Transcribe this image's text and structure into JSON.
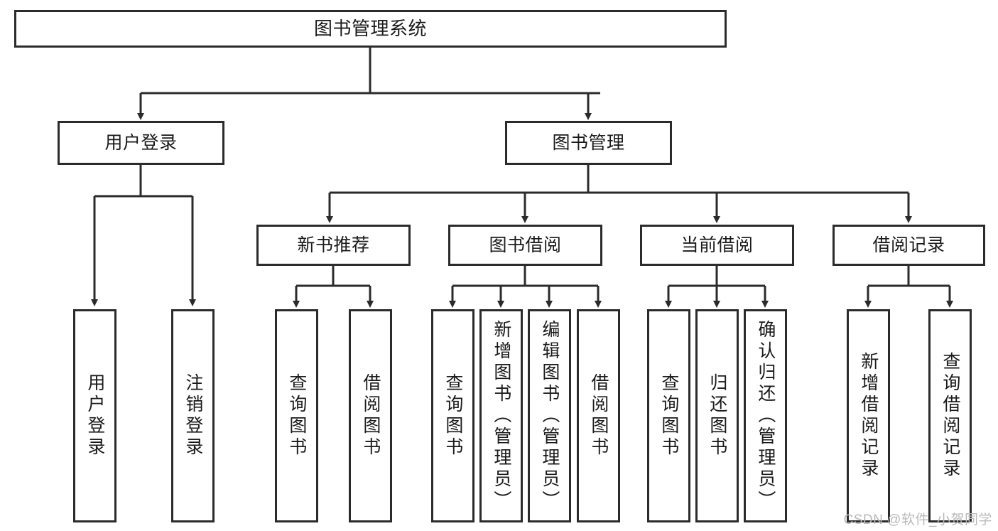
{
  "diagram": {
    "title": "图书管理系统",
    "type": "tree-hierarchy",
    "stroke_color": "#2b2b2b",
    "fill_color": "#ffffff",
    "watermark": "CSDN @软件_小贺同学"
  },
  "nodes": {
    "root": {
      "label": "图书管理系统"
    },
    "level2": [
      {
        "label": "用户登录"
      },
      {
        "label": "图书管理"
      }
    ],
    "level3": [
      {
        "label": "新书推荐"
      },
      {
        "label": "图书借阅"
      },
      {
        "label": "当前借阅"
      },
      {
        "label": "借阅记录"
      }
    ],
    "leaves": {
      "user_login": [
        {
          "label": "用户登录"
        },
        {
          "label": "注销登录"
        }
      ],
      "new_book_recommend": [
        {
          "label": "查询图书"
        },
        {
          "label": "借阅图书"
        }
      ],
      "book_borrow": [
        {
          "label": "查询图书"
        },
        {
          "label": "新增图书（管理员）"
        },
        {
          "label": "编辑图书（管理员）"
        },
        {
          "label": "借阅图书"
        }
      ],
      "current_borrow": [
        {
          "label": "查询图书"
        },
        {
          "label": "归还图书"
        },
        {
          "label": "确认归还（管理员）"
        }
      ],
      "borrow_record": [
        {
          "label": "新增借阅记录"
        },
        {
          "label": "查询借阅记录"
        }
      ]
    }
  }
}
